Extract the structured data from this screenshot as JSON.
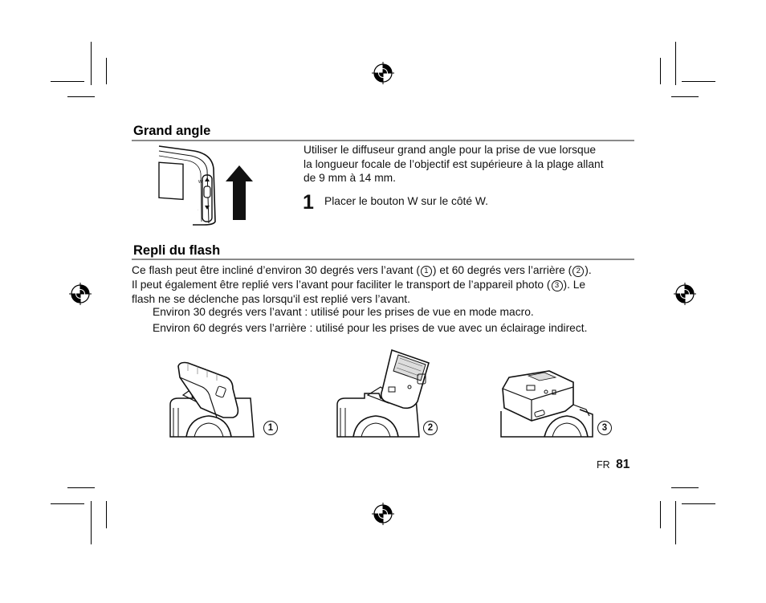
{
  "sections": {
    "wide": {
      "title": "Grand angle",
      "intro": [
        "Utiliser le diffuseur grand angle pour la prise de vue lorsque",
        "la longueur focale de l’objectif est supérieure à la plage allant",
        "de 9 mm à 14 mm."
      ],
      "step_number": "1",
      "step_text": "Placer le bouton W sur le côté W."
    },
    "flash": {
      "title": "Repli du flash",
      "line1_a": "Ce flash peut être incliné d’environ 30 degrés vers l’avant (",
      "line1_b": ") et 60 degrés vers l’arrière (",
      "line1_c": ").",
      "line2_a": "Il peut également être replié vers l’avant pour faciliter le transport de l’appareil photo (",
      "line2_b": "). Le",
      "line3": "flash ne se déclenche pas lorsqu'il est replié vers l’avant.",
      "bullet1": "Environ 30 degrés vers l’avant : utilisé pour les prises de vue en mode macro.",
      "bullet2": "Environ 60 degrés vers l’arrière : utilisé pour les prises de vue avec un éclairage indirect.",
      "markers": [
        "1",
        "2",
        "3"
      ]
    }
  },
  "footer": {
    "lang": "FR",
    "page": "81"
  }
}
